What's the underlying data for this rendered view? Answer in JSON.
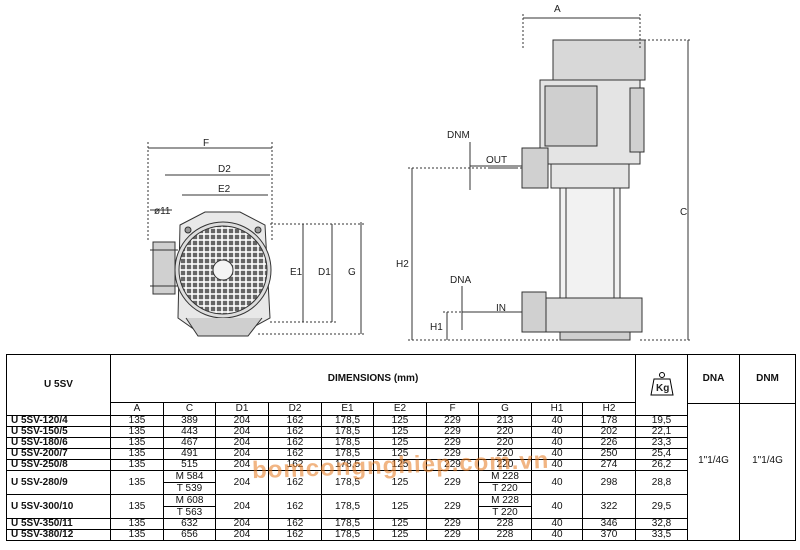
{
  "drawing": {
    "front_labels": {
      "F": "F",
      "D2": "D2",
      "E2": "E2",
      "hole": "ø11",
      "E1": "E1",
      "D1": "D1",
      "G": "G"
    },
    "side_labels": {
      "A": "A",
      "C": "C",
      "DNM": "DNM",
      "OUT": "OUT",
      "H2": "H2",
      "DNA": "DNA",
      "IN": "IN",
      "H1": "H1"
    }
  },
  "table": {
    "model_header": "U 5SV",
    "dimensions_header": "DIMENSIONS (mm)",
    "weight_icon": "Kg",
    "dna_header": "DNA",
    "dnm_header": "DNM",
    "columns": [
      "A",
      "C",
      "D1",
      "D2",
      "E1",
      "E2",
      "F",
      "G",
      "H1",
      "H2"
    ],
    "dna_value": "1\"1/4G",
    "dnm_value": "1\"1/4G",
    "rows": [
      {
        "model": "U 5SV-120/4",
        "A": "135",
        "C": "389",
        "D1": "204",
        "D2": "162",
        "E1": "178,5",
        "E2": "125",
        "F": "229",
        "G": "213",
        "H1": "40",
        "H2": "178",
        "W": "19,5"
      },
      {
        "model": "U 5SV-150/5",
        "A": "135",
        "C": "443",
        "D1": "204",
        "D2": "162",
        "E1": "178,5",
        "E2": "125",
        "F": "229",
        "G": "220",
        "H1": "40",
        "H2": "202",
        "W": "22,1"
      },
      {
        "model": "U 5SV-180/6",
        "A": "135",
        "C": "467",
        "D1": "204",
        "D2": "162",
        "E1": "178,5",
        "E2": "125",
        "F": "229",
        "G": "220",
        "H1": "40",
        "H2": "226",
        "W": "23,3"
      },
      {
        "model": "U 5SV-200/7",
        "A": "135",
        "C": "491",
        "D1": "204",
        "D2": "162",
        "E1": "178,5",
        "E2": "125",
        "F": "229",
        "G": "220",
        "H1": "40",
        "H2": "250",
        "W": "25,4"
      },
      {
        "model": "U 5SV-250/8",
        "A": "135",
        "C": "515",
        "D1": "204",
        "D2": "162",
        "E1": "178,5",
        "E2": "125",
        "F": "229",
        "G": "220",
        "H1": "40",
        "H2": "274",
        "W": "26,2"
      },
      {
        "model": "U 5SV-280/9",
        "A": "135",
        "C1": "M 584",
        "C2": "T 539",
        "D1": "204",
        "D2": "162",
        "E1": "178,5",
        "E2": "125",
        "F": "229",
        "G1": "M 228",
        "G2": "T 220",
        "H1": "40",
        "H2": "298",
        "W": "28,8"
      },
      {
        "model": "U 5SV-300/10",
        "A": "135",
        "C1": "M 608",
        "C2": "T 563",
        "D1": "204",
        "D2": "162",
        "E1": "178,5",
        "E2": "125",
        "F": "229",
        "G1": "M 228",
        "G2": "T 220",
        "H1": "40",
        "H2": "322",
        "W": "29,5"
      },
      {
        "model": "U 5SV-350/11",
        "A": "135",
        "C": "632",
        "D1": "204",
        "D2": "162",
        "E1": "178,5",
        "E2": "125",
        "F": "229",
        "G": "228",
        "H1": "40",
        "H2": "346",
        "W": "32,8"
      },
      {
        "model": "U 5SV-380/12",
        "A": "135",
        "C": "656",
        "D1": "204",
        "D2": "162",
        "E1": "178,5",
        "E2": "125",
        "F": "229",
        "G": "228",
        "H1": "40",
        "H2": "370",
        "W": "33,5"
      }
    ]
  },
  "watermark": "bomcongnghiep.com.vn"
}
